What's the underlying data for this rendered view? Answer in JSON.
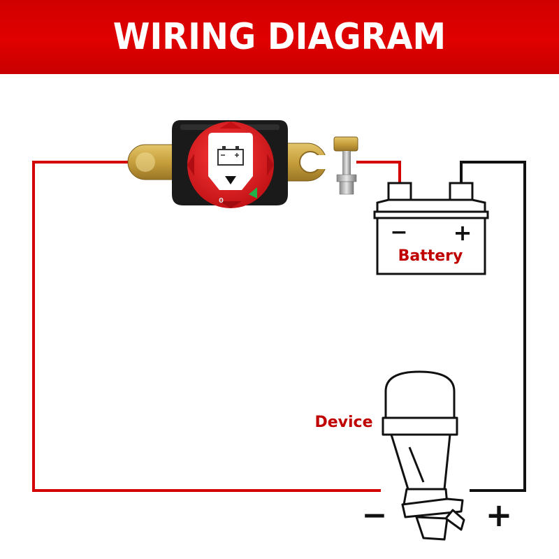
{
  "header": {
    "title": "WIRING DIAGRAM"
  },
  "battery": {
    "label": "Battery",
    "neg_symbol": "−",
    "pos_symbol": "+"
  },
  "device": {
    "label": "Device",
    "neg_symbol": "−",
    "pos_symbol": "+"
  },
  "switch": {
    "dial_mark": "0"
  },
  "colors": {
    "header_bg": "#e00000",
    "positive_wire": "#d40000",
    "negative_wire": "#111111",
    "label_red": "#c00000",
    "brass": "#c9a646",
    "switch_knob": "#e0161b"
  },
  "icons": [
    "battery-switch-icon",
    "battery-icon",
    "outboard-motor-icon",
    "wire-lines"
  ]
}
